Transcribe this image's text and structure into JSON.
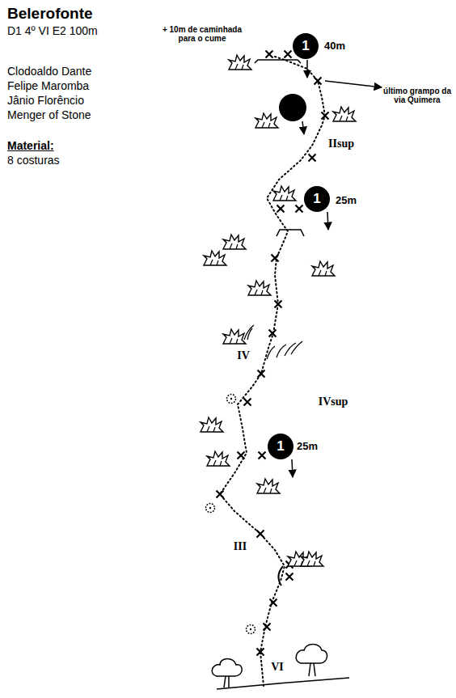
{
  "diagram": {
    "title": "Belerofonte",
    "nodes": [
      {
        "text": [
          "1"
        ]
      },
      {
        "text": [
          "1"
        ]
      },
      {
        "text": [
          "1"
        ]
      }
    ],
    "labels": [
      "D1 4º VI E2 100m",
      "Clodoaldo Dante",
      "Felipe Maromba",
      "Jânio Florêncio",
      "Menger of Stone",
      "Material:",
      "8 costuras",
      "+ 10m de caminhada para o cume",
      "40m",
      "último grampo da via Quimera",
      "IIsup",
      "25m",
      "IV",
      "IVsup",
      "25m",
      "III",
      "VI"
    ]
  }
}
